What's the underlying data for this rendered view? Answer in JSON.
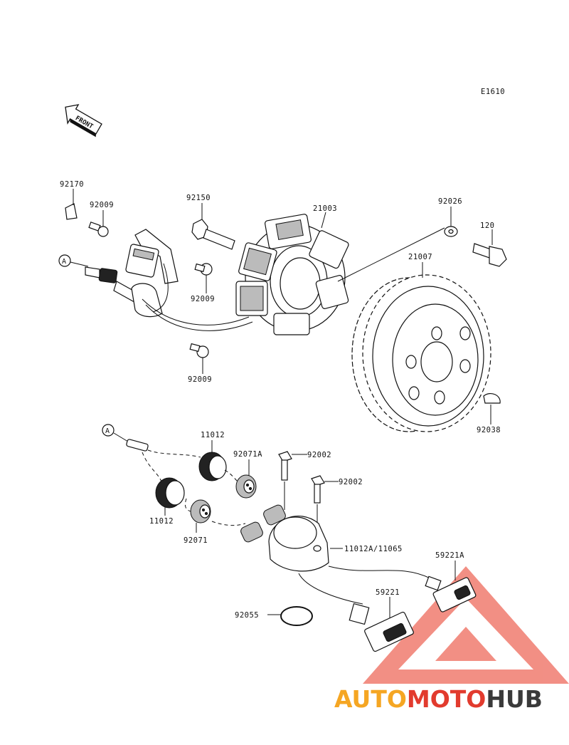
{
  "diagram_code": "E1610",
  "front_label": "FRONT",
  "ref_marker": "A",
  "labels": {
    "p92170": "92170",
    "p92009a": "92009",
    "p92150": "92150",
    "p21003": "21003",
    "p92026": "92026",
    "p120": "120",
    "p21007": "21007",
    "p92009b": "92009",
    "p92009c": "92009",
    "p92038": "92038",
    "p11012a": "11012",
    "p92071A": "92071A",
    "p92002a": "92002",
    "p92002b": "92002",
    "p11012b": "11012",
    "p92071": "92071",
    "p11012A": "11012A/11065",
    "p59221A": "59221A",
    "p59221": "59221",
    "p92055": "92055"
  },
  "watermark": {
    "part1": "AUTO",
    "part2": "MOTO",
    "part3": "HUB",
    "colors": {
      "auto": "#f5a623",
      "moto": "#e23b2e",
      "hub": "#3a3a3a",
      "triangle": "#ee6a5c"
    }
  }
}
